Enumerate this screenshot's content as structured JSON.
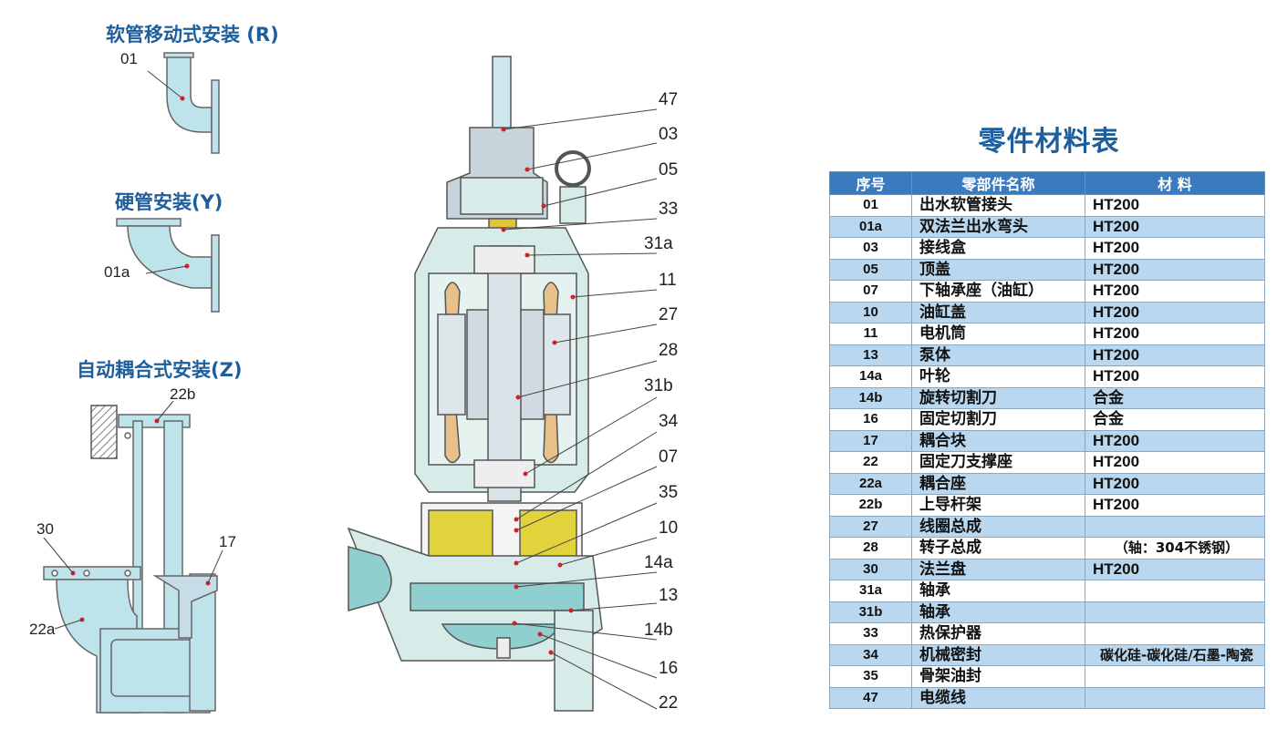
{
  "sections": {
    "r_title": "软管移动式安装 (R)",
    "y_title": "硬管安装(Y)",
    "z_title": "自动耦合式安装(Z)"
  },
  "small_labels": {
    "r_01": "01",
    "y_01a": "01a",
    "z_22b": "22b",
    "z_30": "30",
    "z_17": "17",
    "z_22a": "22a"
  },
  "callouts": [
    "47",
    "03",
    "05",
    "33",
    "31a",
    "11",
    "27",
    "28",
    "31b",
    "34",
    "07",
    "35",
    "10",
    "14a",
    "13",
    "14b",
    "16",
    "22"
  ],
  "table": {
    "title": "零件材料表",
    "headers": [
      "序号",
      "零部件名称",
      "材 料"
    ],
    "rows": [
      [
        "01",
        "出水软管接头",
        "HT200"
      ],
      [
        "01a",
        "双法兰出水弯头",
        "HT200"
      ],
      [
        "03",
        "接线盒",
        "HT200"
      ],
      [
        "05",
        "顶盖",
        "HT200"
      ],
      [
        "07",
        "下轴承座（油缸）",
        "HT200"
      ],
      [
        "10",
        "油缸盖",
        "HT200"
      ],
      [
        "11",
        "电机筒",
        "HT200"
      ],
      [
        "13",
        "泵体",
        "HT200"
      ],
      [
        "14a",
        "叶轮",
        "HT200"
      ],
      [
        "14b",
        "旋转切割刀",
        "合金"
      ],
      [
        "16",
        "固定切割刀",
        "合金"
      ],
      [
        "17",
        "耦合块",
        "HT200"
      ],
      [
        "22",
        "固定刀支撑座",
        "HT200"
      ],
      [
        "22a",
        "耦合座",
        "HT200"
      ],
      [
        "22b",
        "上导杆架",
        "HT200"
      ],
      [
        "27",
        "线圈总成",
        ""
      ],
      [
        "28",
        "转子总成",
        "（轴：304不锈钢）"
      ],
      [
        "30",
        "法兰盘",
        "HT200"
      ],
      [
        "31a",
        "轴承",
        ""
      ],
      [
        "31b",
        "轴承",
        ""
      ],
      [
        "33",
        "热保护器",
        ""
      ],
      [
        "34",
        "机械密封",
        "碳化硅-碳化硅/石墨-陶瓷"
      ],
      [
        "35",
        "骨架油封",
        ""
      ],
      [
        "47",
        "电缆线",
        ""
      ]
    ]
  },
  "colors": {
    "title_blue": "#1d5f9d",
    "header_blue": "#3a7bbf",
    "row_alt": "#b9d7ee",
    "pipe_fill": "#bfe3ea",
    "body_fill": "#cfe6ef",
    "oil_yellow": "#e2d23c",
    "stator_orange": "#e7c08a"
  }
}
